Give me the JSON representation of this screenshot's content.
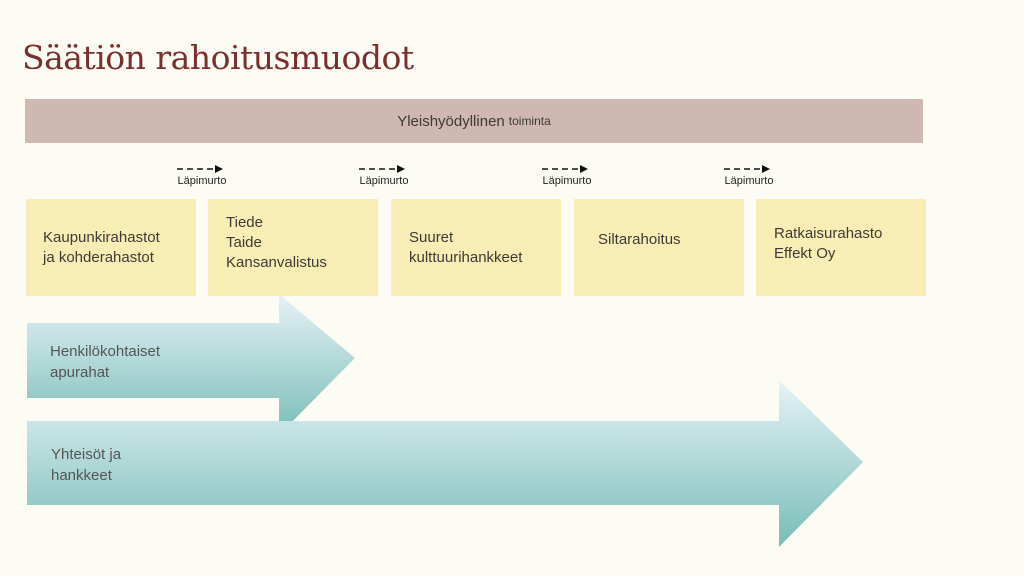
{
  "title": "Säätiön rahoitusmuodot",
  "top_bar": {
    "main": "Yleishyödyllinen",
    "small": "toiminta"
  },
  "breakthrough_label": "Läpimurto",
  "breakthroughs": [
    "Läpimurto",
    "Läpimurto",
    "Läpimurto",
    "Läpimurto"
  ],
  "boxes": [
    {
      "lines": [
        "Kaupunkirahastot",
        "ja kohderahastot"
      ]
    },
    {
      "lines": [
        "Tiede",
        "Taide",
        "Kansanvalistus"
      ]
    },
    {
      "lines": [
        "Suuret",
        "kulttuurihankkeet"
      ]
    },
    {
      "lines": [
        "Siltarahoitus"
      ]
    },
    {
      "lines": [
        "Ratkaisurahasto",
        "Effekt Oy"
      ]
    }
  ],
  "arrows": [
    {
      "lines": [
        "Henkilökohtaiset",
        "apurahat"
      ]
    },
    {
      "lines": [
        "Yhteisöt ja",
        "hankkeet"
      ]
    }
  ],
  "colors": {
    "title": "#7b2f2c",
    "bar": "#cfb7b2",
    "box": "#f8eeb5",
    "arrow_top": "#e3f0f5",
    "arrow_bottom": "#7dbfb8"
  }
}
